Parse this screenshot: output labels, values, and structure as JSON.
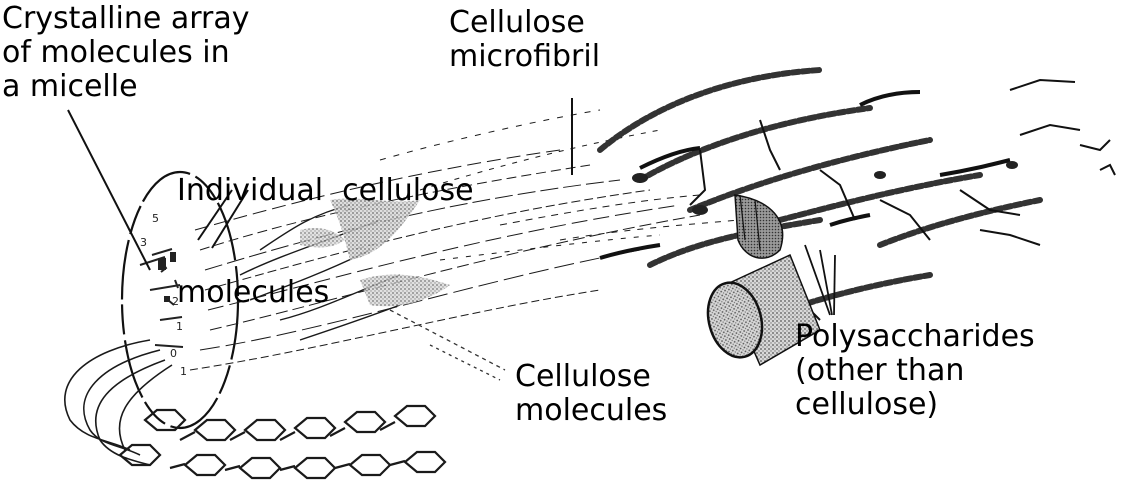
{
  "labels": {
    "crystalline": [
      "Crystalline array",
      "of molecules in",
      "a micelle"
    ],
    "microfibril": [
      "Cellulose",
      "microfibril"
    ],
    "individual": [
      "Individual  cellulose",
      "molecules"
    ],
    "cellulose_molecules": [
      "Cellulose",
      "molecules"
    ],
    "polysaccharides": [
      "Polysaccharides",
      "(other than",
      "cellulose)"
    ]
  },
  "micelle_numbers": [
    "5",
    "3",
    "2",
    "1",
    "0",
    "1"
  ],
  "colors": {
    "ink": "#1a1a1a",
    "bead": "#444444",
    "fiber": "#555555",
    "background": "#ffffff"
  }
}
